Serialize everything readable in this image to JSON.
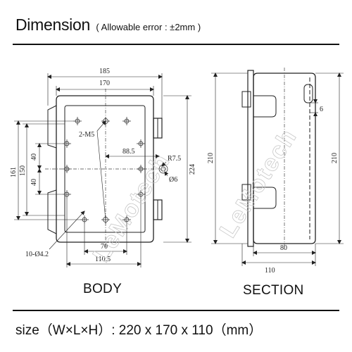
{
  "header": {
    "title": "Dimension",
    "note": "( Allowable error : ±2mm )"
  },
  "captions": {
    "body": "BODY",
    "section": "SECTION"
  },
  "size_line": "size（W×L×H）: 220 x 170 x 110（mm）",
  "watermark": "LeMotech",
  "body_dims": {
    "width_outer": "185",
    "width_inner": "170",
    "hole_label": "2-M5",
    "center_offset": "88.5",
    "radius": "R7.5",
    "diameter": "Ø6",
    "spacing_a": "40",
    "spacing_b": "40",
    "height_161": "161",
    "height_150": "150",
    "height_224": "224",
    "bottom_holes": "10-Ø4.2",
    "bottom_70": "70",
    "bottom_110_5": "110.5"
  },
  "section_dims": {
    "thickness": "6",
    "height_left": "210",
    "height_right": "210",
    "depth_80": "80",
    "depth_110": "110"
  }
}
